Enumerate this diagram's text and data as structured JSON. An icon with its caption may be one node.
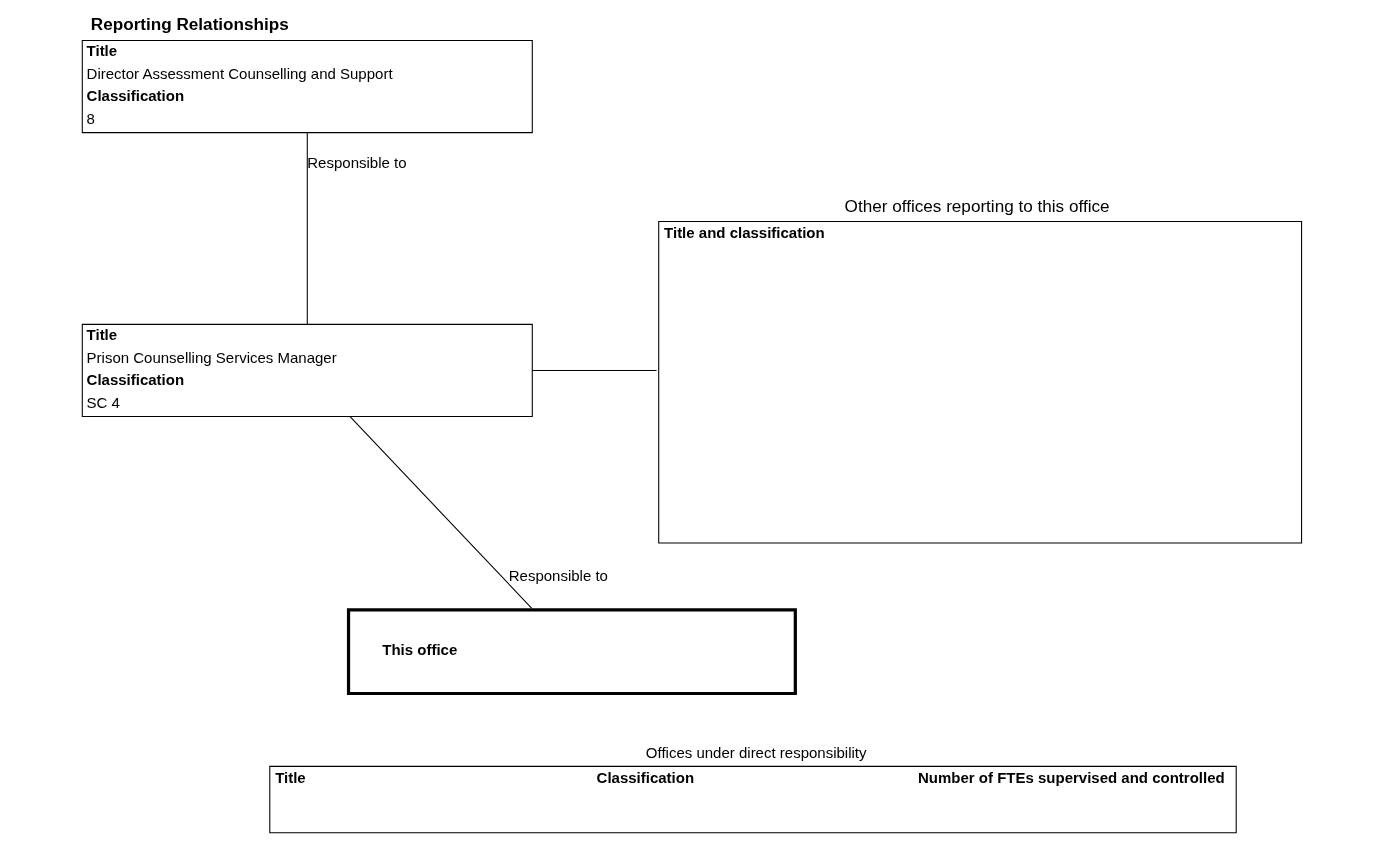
{
  "diagram": {
    "title": "Reporting Relationships",
    "nodes": [
      {
        "text": [
          "Title",
          "Director Assessment Counselling and Support",
          "Classification",
          "8"
        ]
      },
      {
        "text": [
          "Title",
          "Prison Counselling Services Manager",
          "Classification",
          "SC 4"
        ]
      },
      {
        "text": [
          "This office"
        ]
      },
      {
        "text": [
          "Other offices reporting to this office",
          "Title and classification"
        ]
      },
      {
        "text": [
          "Offices under direct responsibility",
          "Title",
          "Classification",
          "Number of FTEs supervised and controlled"
        ]
      }
    ],
    "edges": [
      {
        "from": 0,
        "to": 1,
        "arrow": "none",
        "label": "Responsible to"
      },
      {
        "from": 1,
        "to": 2,
        "arrow": "none",
        "label": "Responsible to"
      },
      {
        "from": 1,
        "to": 3,
        "arrow": "none"
      }
    ]
  }
}
